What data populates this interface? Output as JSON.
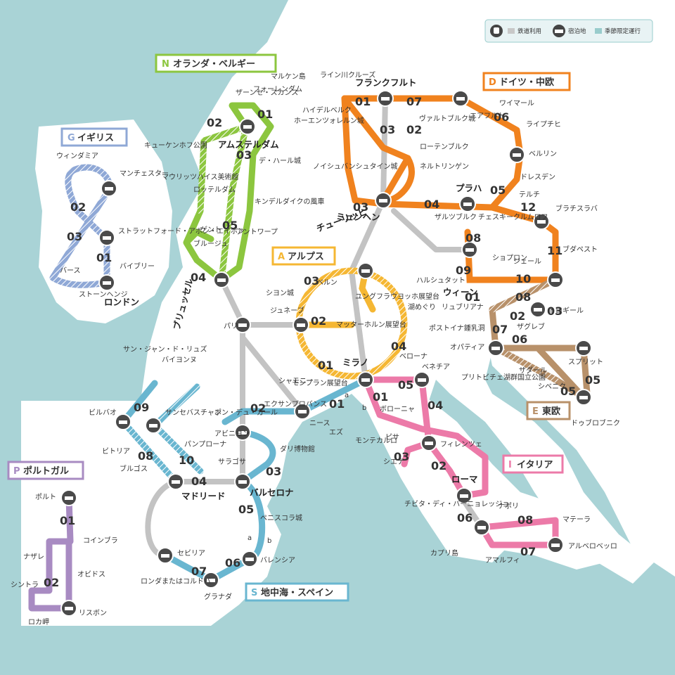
{
  "legend": {
    "rail": "鉄道利用",
    "stay": "宿泊地",
    "seasonal": "季節限定運行"
  },
  "colors": {
    "sea": "#a9d3d6",
    "land": "#ffffff",
    "britain": "#8fa8d6",
    "netherlands": "#8cc63f",
    "germany": "#f0821e",
    "alps": "#f5b733",
    "italy": "#ec7aa8",
    "east_europe": "#b8916a",
    "spain": "#69b6d0",
    "portugal": "#a88bc2",
    "trunk": "#c0c0c0"
  },
  "regions": {
    "britain": {
      "letter": "G",
      "name": "イギリス"
    },
    "netherlands": {
      "letter": "N",
      "name": "オランダ・ベルギー"
    },
    "germany": {
      "letter": "D",
      "name": "ドイツ・中欧"
    },
    "alps": {
      "letter": "A",
      "name": "アルプス"
    },
    "east_europe": {
      "letter": "E",
      "name": "東欧"
    },
    "italy": {
      "letter": "I",
      "name": "イタリア"
    },
    "spain": {
      "letter": "S",
      "name": "地中海・スペイン"
    },
    "portugal": {
      "letter": "P",
      "name": "ポルトガル"
    }
  },
  "cities": {
    "frankfurt": "フランクフルト",
    "amsterdam": "アムステルダム",
    "munich": "ミュンヘン",
    "prague": "プラハ",
    "zurich": "チューリッヒ",
    "brussels": "ブリュッセル",
    "vienna": "ウィーン",
    "milan": "ミラノ",
    "london": "ロンドン",
    "rome": "ローマ",
    "madrid": "マドリード",
    "barcelona": "バルセロナ"
  },
  "places": {
    "weimar": "ワイマール",
    "erfurt": "エアフルト",
    "leipzig": "ライプチヒ",
    "berlin": "ベルリン",
    "dresden": "ドレスデン",
    "terezin": "テルチ",
    "brno": "ブラチスラバ",
    "budapest": "ブダペスト",
    "cesky": "チェスキークルムロフ",
    "rothenburg": "ローテンブルク",
    "neuschwanstein": "ネルトリンゲン",
    "salzburg": "ザルツブルク",
    "hallstatt": "ハルシュタット",
    "sopron": "ショプロン",
    "gyor": "ジェール",
    "wartburg": "ヴァルトブルク城",
    "heidelberg": "ハイデルベルク",
    "hohenzollern": "ホーエンツォレルン城",
    "neuschwan2": "ノイシュバンシュタイン城",
    "rhine": "ライン川クルーズ",
    "zaanse": "ザーンセ・スカンス",
    "volendam": "フォーレンダム",
    "marken": "マルケン島",
    "keukenhof": "キューケンホフ公園",
    "mauritshuis": "マウリッツハイス美術館",
    "rotterdam": "ロッテルダム",
    "kinderdijk": "キンデルダイクの風車",
    "dehaar": "デ・ハール城",
    "ghent": "ゲント",
    "brugge": "ブルージュ",
    "antwerp": "アントワープ",
    "paris": "パリ",
    "windermere": "ウィンダミア",
    "manchester": "マンチェスター",
    "stratford": "ストラットフォード・アポン・エイボン",
    "bath": "バース",
    "bibury": "バイブリー",
    "stonehenge": "ストーンヘンジ",
    "chillon": "シヨン城",
    "bern": "ベルン",
    "geneva": "ジュネーブ",
    "jungfrau": "ユングフラウヨッホ展望台",
    "matterhorn": "マッターホルン展望台",
    "lake": "湖めぐり",
    "chamonix": "シャモニー",
    "montblanc": "モンブラン展望台",
    "nice": "ニース",
    "eze": "エズ",
    "monaco": "モンテカルロ",
    "aix": "エクサンプロバンス",
    "avignon": "アビニヨン",
    "pontdugard": "ポン・デュ・ガール",
    "dali": "ダリ博物館",
    "pamplona": "パンプローナ",
    "zaragoza": "サラゴサ",
    "bilbao": "ビルバオ",
    "sansebastian": "サンセバスチャン",
    "saintjean": "サン・ジャン・ド・リュズ",
    "bayonne": "バイヨンヌ",
    "vitoria": "ビトリア",
    "burgos": "ブルゴス",
    "peniscola": "ペニスコラ城",
    "valencia": "バレンシア",
    "seville": "セビリア",
    "ronda": "ロンダまたはコルドバ",
    "granada": "グラナダ",
    "venice": "ベネチア",
    "verona": "ベローナ",
    "bologna": "ボローニャ",
    "florence": "フィレンツェ",
    "pisa": "ピサ",
    "siena": "シエナ",
    "civita": "チビタ・ディ・バーニョレッジョ",
    "naples": "ナポリ",
    "capri": "カプリ島",
    "amalfi": "アマルフィ",
    "matera": "マテーラ",
    "alberobello": "アルベロベッロ",
    "ljubljana": "リュブリアナ",
    "postojna": "ポストイナ鍾乳洞",
    "zagreb": "ザグレブ",
    "trogir": "トロギール",
    "opatija": "オパティア",
    "plitvice": "プリトビチェ湖群国立公園",
    "zadar": "ザダール",
    "sibenik": "シベニク",
    "split": "スプリット",
    "dubrovnik": "ドゥブロブニク",
    "porto": "ポルト",
    "coimbra": "コインブラ",
    "nazare": "ナザレ",
    "obidos": "オビドス",
    "sintra": "シントラ",
    "lisbon": "リスボン",
    "roca": "ロカ岬"
  },
  "step_numbers": [
    "01",
    "02",
    "03",
    "04",
    "05",
    "06",
    "07",
    "08",
    "09",
    "10",
    "11",
    "12"
  ],
  "variants": {
    "a": "a",
    "b": "b"
  }
}
